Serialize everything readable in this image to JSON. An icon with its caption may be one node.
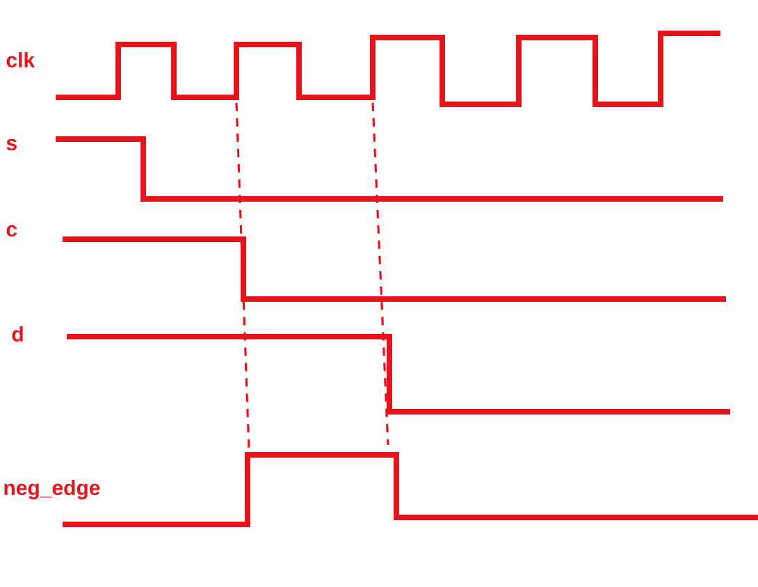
{
  "diagram": {
    "labels": [
      "clk",
      "s",
      "c",
      "d",
      "neg_edge"
    ]
  }
}
